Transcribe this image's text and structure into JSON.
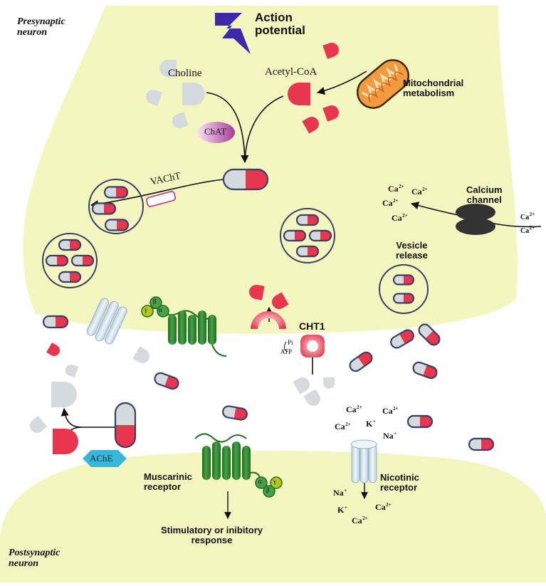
{
  "labels": {
    "presynaptic_neuron": "Presynaptic\nneuron",
    "postsynaptic_neuron": "Postsynaptic\nneuron",
    "action_potential": "Action\npotential",
    "choline": "Choline",
    "acetyl_coa": "Acetyl-CoA",
    "mitochondrial_metabolism": "Mitochondrial\nmetabolism",
    "chat": "ChAT",
    "vacht": "VAChT",
    "calcium_channel": "Calcium\nchannel",
    "vesicle_release": "Vesicle\nrelease",
    "cht1": "CHT1",
    "pi": "Pi",
    "atp": "ATP",
    "ache": "AChE",
    "muscarinic_receptor": "Muscarinic\nreceptor",
    "nicotinic_receptor": "Nicotinic\nreceptor",
    "response": "Stimulatory or inibitory\nresponse"
  },
  "greek": {
    "alpha": "α",
    "beta": "β",
    "gamma": "γ"
  },
  "ions": {
    "calcium_cluster": [
      "Ca",
      "Ca",
      "Ca",
      "Ca"
    ],
    "calcium_channel_outside": [
      "Ca",
      "Ca"
    ],
    "nicotinic_top": [
      "Ca",
      "Ca",
      "Ca",
      "K",
      "Na"
    ],
    "nicotinic_bottom": [
      "Na",
      "K",
      "Ca",
      "Ca"
    ],
    "charges": {
      "calcium": "2+",
      "potassium": "+",
      "sodium": "+"
    }
  },
  "colors": {
    "neuron_fill": "#f4f6c0",
    "acetyl_red": "#e8364f",
    "choline_grey": "#d4dade",
    "outline_navy": "#3a3f66",
    "bolt_purple": "#3d2aa8",
    "receptor_green": "#2f8a2f",
    "nicotinic_blue": "#d8e8f2",
    "ache_teal": "#36b6d8",
    "chat_magenta": "#b04aa0",
    "mito_orange": "#f29a3e",
    "channel_dark": "#333333"
  }
}
